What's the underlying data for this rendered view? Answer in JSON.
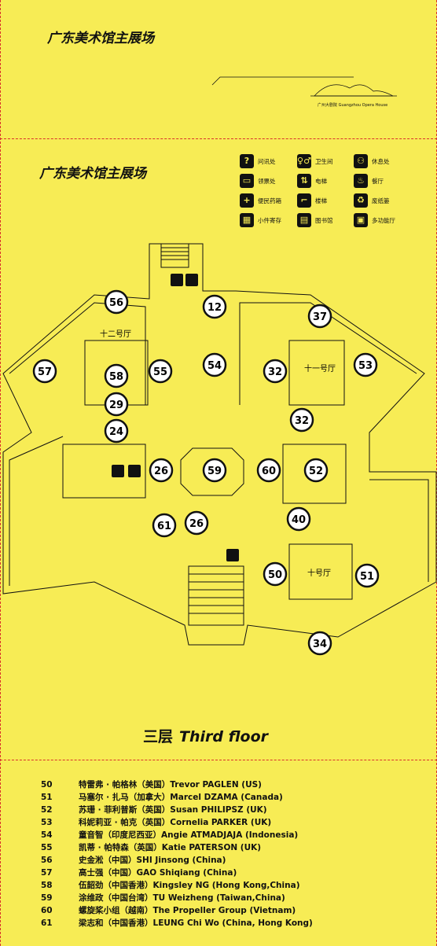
{
  "header": {
    "title_top": "广东美术馆主展场",
    "opera_caption": "广州大剧院 Guangzhou Opera House",
    "title_mid": "广东美术馆主展场"
  },
  "legend": [
    {
      "icon": "question-icon",
      "glyph": "?",
      "label": "问讯处"
    },
    {
      "icon": "restroom-icon",
      "glyph": "♀♂",
      "label": "卫生间"
    },
    {
      "icon": "rest-area-icon",
      "glyph": "⚇",
      "label": "休息处"
    },
    {
      "icon": "ticket-icon",
      "glyph": "▭",
      "label": "领票处"
    },
    {
      "icon": "elevator-icon",
      "glyph": "⇅",
      "label": "电梯"
    },
    {
      "icon": "restaurant-icon",
      "glyph": "♨",
      "label": "餐厅"
    },
    {
      "icon": "first-aid-icon",
      "glyph": "+",
      "label": "便民药箱"
    },
    {
      "icon": "stairs-icon",
      "glyph": "⌐",
      "label": "楼梯"
    },
    {
      "icon": "trash-icon",
      "glyph": "♻",
      "label": "废纸篓"
    },
    {
      "icon": "locker-icon",
      "glyph": "▦",
      "label": "小件寄存"
    },
    {
      "icon": "library-icon",
      "glyph": "▤",
      "label": "图书馆"
    },
    {
      "icon": "hall-icon",
      "glyph": "▣",
      "label": "多功能厅"
    }
  ],
  "map": {
    "hall_12": "十二号厅",
    "hall_11": "十一号厅",
    "hall_10": "十号厅",
    "markers": [
      "56",
      "57",
      "58",
      "55",
      "29",
      "24",
      "12",
      "54",
      "37",
      "32",
      "53",
      "32",
      "26",
      "59",
      "60",
      "52",
      "61",
      "26",
      "40",
      "50",
      "51",
      "34"
    ]
  },
  "floor": {
    "cn": "三层",
    "en": "Third floor"
  },
  "artists": [
    {
      "num": "50",
      "name": "特雷弗 · 帕格林（美国）Trevor PAGLEN (US)"
    },
    {
      "num": "51",
      "name": "马塞尔 · 扎马（加拿大）Marcel DZAMA (Canada)"
    },
    {
      "num": "52",
      "name": "苏珊 · 菲利普斯（英国）Susan PHILIPSZ (UK)"
    },
    {
      "num": "53",
      "name": "科妮莉亚 · 帕克（英国）Cornelia PARKER (UK)"
    },
    {
      "num": "54",
      "name": "童音智（印度尼西亚）Angie ATMADJAJA (Indonesia)"
    },
    {
      "num": "55",
      "name": "凯蒂 · 帕特森（英国）Katie PATERSON (UK)"
    },
    {
      "num": "56",
      "name": "史金淞（中国）SHI Jinsong (China)"
    },
    {
      "num": "57",
      "name": "高士强（中国）GAO Shiqiang (China)"
    },
    {
      "num": "58",
      "name": "伍韶劲（中国香港）Kingsley NG (Hong Kong,China)"
    },
    {
      "num": "59",
      "name": "涂维政（中国台湾）TU Weizheng (Taiwan,China)"
    },
    {
      "num": "60",
      "name": "螺旋桨小组（越南）The Propeller Group (Vietnam)"
    },
    {
      "num": "61",
      "name": "梁志和（中国香港）LEUNG Chi Wo (China, Hong Kong)"
    }
  ]
}
